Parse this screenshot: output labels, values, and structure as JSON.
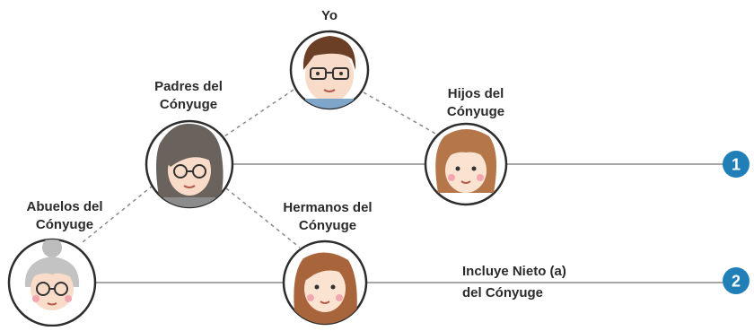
{
  "nodes": [
    {
      "id": "yo",
      "label": "Yo",
      "icon": "boy-with-glasses-face-icon"
    },
    {
      "id": "padres",
      "label": "Padres del\nCónyuge",
      "icon": "older-woman-with-glasses-face-icon"
    },
    {
      "id": "hijos",
      "label": "Hijos del\nCónyuge",
      "icon": "girl-face-icon"
    },
    {
      "id": "abuelos",
      "label": "Abuelos del\nCónyuge",
      "icon": "grandmother-face-icon"
    },
    {
      "id": "hermanos",
      "label": "Hermanos del\nCónyuge",
      "icon": "young-woman-face-icon"
    }
  ],
  "levels": [
    {
      "number": "1",
      "color": "#1f7fb6"
    },
    {
      "number": "2",
      "color": "#1f7fb6"
    }
  ],
  "note": "Incluye Nieto (a)\ndel Cónyuge"
}
